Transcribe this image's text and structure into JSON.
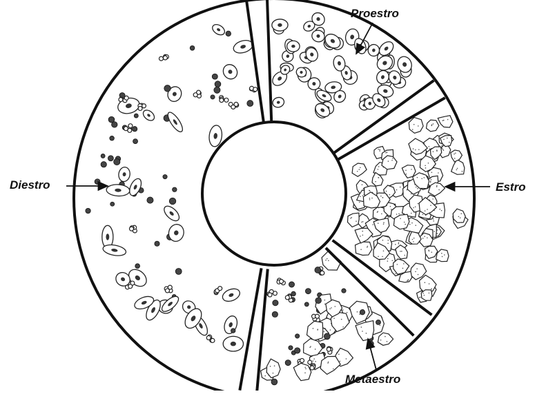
{
  "labels": {
    "proestro": "Proestro",
    "diestro": "Diestro",
    "estro": "Estro",
    "metaestro": "Metaestro"
  },
  "colors": {
    "ink": "#111111",
    "background": "#ffffff"
  }
}
